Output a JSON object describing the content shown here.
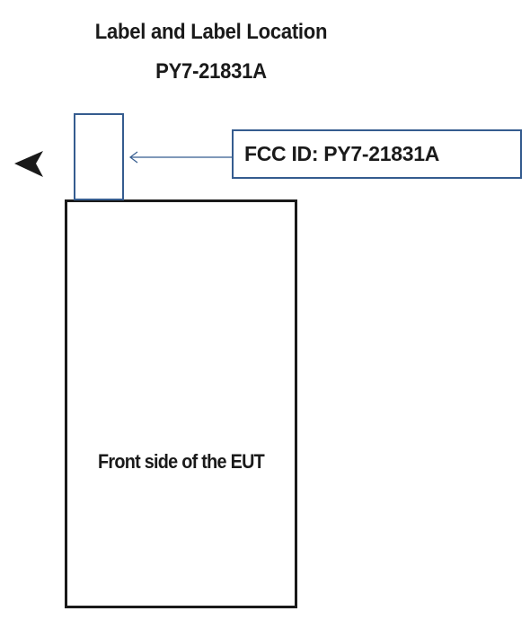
{
  "header": {
    "title_line1": "Label and Label Location",
    "title_line2": "PY7-21831A"
  },
  "label_callout": {
    "text": "FCC ID: PY7-21831A"
  },
  "device": {
    "text": "Front side of the EUT"
  },
  "colors": {
    "outline_blue": "#355c8f",
    "outline_black": "#1a1a1a"
  },
  "icons": {
    "orientation": "left-arrowhead-icon",
    "pointer": "arrow-left-icon"
  }
}
